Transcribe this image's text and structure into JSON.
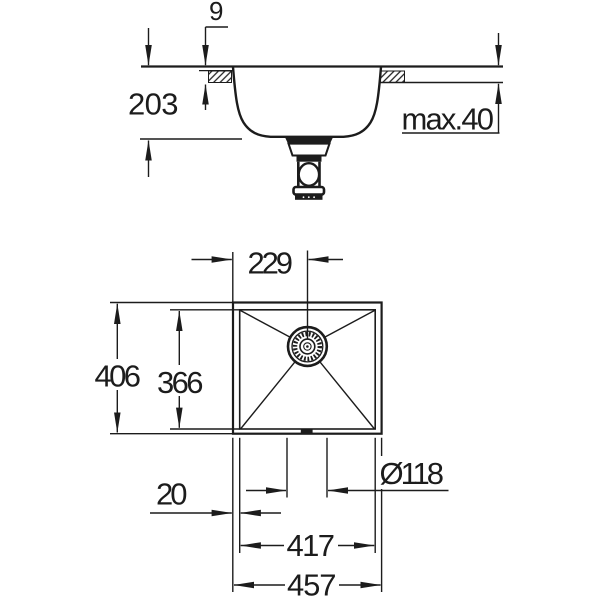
{
  "drawing": {
    "colors": {
      "background": "#ffffff",
      "ink": "#1c1c1c"
    },
    "side_view": {
      "rim_height": "9",
      "bowl_depth": "203",
      "max_countertop_thickness": "max.40"
    },
    "top_view": {
      "drain_center_from_left": "229",
      "overall_depth": "406",
      "bowl_inner_depth": "366",
      "drain_diameter": "Ø118",
      "rim_width": "20",
      "bowl_inner_width": "417",
      "overall_width": "457"
    }
  }
}
